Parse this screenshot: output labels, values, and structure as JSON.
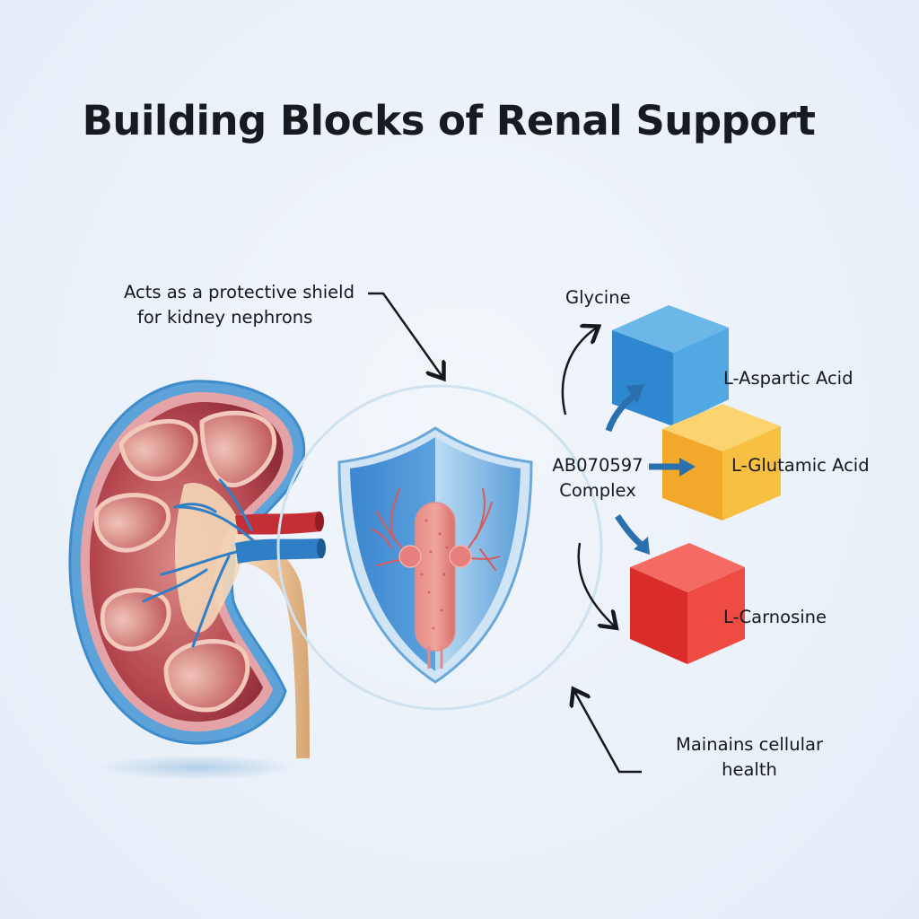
{
  "title": "Building Blocks of Renal Support",
  "annotations": {
    "shield_note": [
      "Acts as a protective shield",
      "for kidney nephrons"
    ],
    "cellular_note": [
      "Mainains cellular",
      "health"
    ]
  },
  "complex": {
    "label_line1": "AB070597",
    "label_line2": "Complex"
  },
  "building_blocks": [
    {
      "name": "Glycine",
      "color": "#3d97d8"
    },
    {
      "name": "L-Aspartic Acid",
      "color": "#3d97d8"
    },
    {
      "name": "L-Glutamic Acid",
      "color": "#f4b234"
    },
    {
      "name": "L-Carnosine",
      "color": "#e8403a"
    }
  ],
  "illustrations": {
    "kidney": "kidney-cross-section-icon",
    "shield": "protective-shield-icon",
    "nephron": "nephron-icon"
  },
  "colors": {
    "background": "#eaf1f8",
    "text": "#15191d",
    "arrow_blue": "#2a6fae",
    "cube_blue": "#3d97d8",
    "cube_yellow": "#f4b234",
    "cube_red": "#e8403a",
    "kidney_red": "#b9454d",
    "kidney_blue": "#4d96d3",
    "ureter": "#edc79b"
  }
}
